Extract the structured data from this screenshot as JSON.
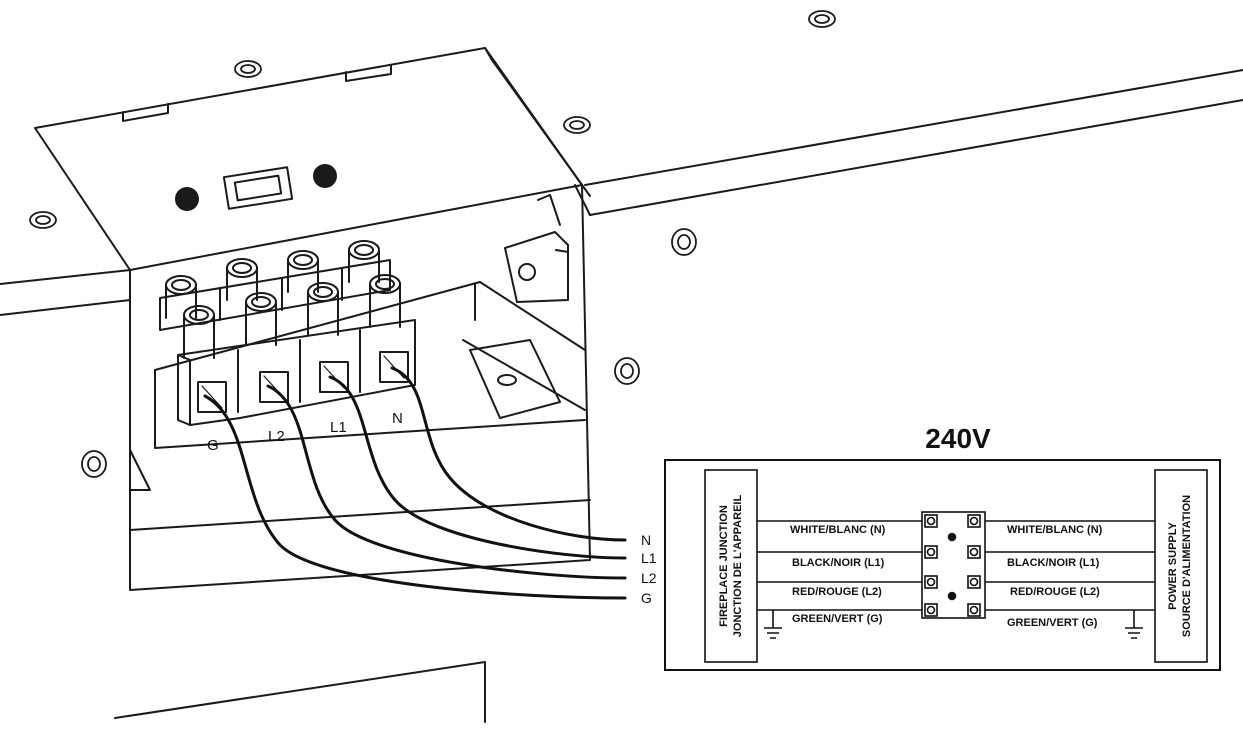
{
  "junction_box": {
    "terminal_labels": [
      "G",
      "L2",
      "L1",
      "N"
    ],
    "wire_end_labels": [
      "N",
      "L1",
      "L2",
      "G"
    ]
  },
  "schematic": {
    "title": "240V",
    "left_panel": {
      "line1": "FIREPLACE JUNCTION",
      "line2": "JONCTION DE L'APPAREIL"
    },
    "right_panel": {
      "line1": "POWER SUPPLY",
      "line2": "SOURCE D'ALIMENTATION"
    },
    "wires": [
      {
        "left": "WHITE/BLANC (N)",
        "right": "WHITE/BLANC (N)"
      },
      {
        "left": "BLACK/NOIR (L1)",
        "right": "BLACK/NOIR (L1)"
      },
      {
        "left": "RED/ROUGE (L2)",
        "right": "RED/ROUGE (L2)"
      },
      {
        "left": "GREEN/VERT (G)",
        "right": "GREEN/VERT (G)"
      }
    ]
  }
}
